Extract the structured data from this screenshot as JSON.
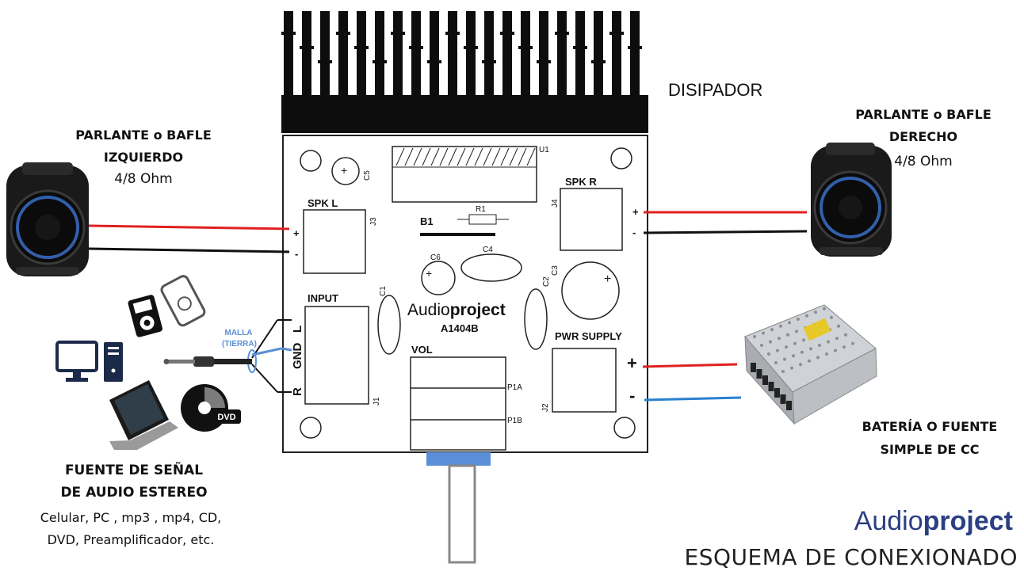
{
  "heatsink": {
    "label": "DISIPADOR"
  },
  "speaker_left": {
    "title_line1": "PARLANTE o BAFLE",
    "title_line2": "IZQUIERDO",
    "impedance": "4/8 Ohm"
  },
  "speaker_right": {
    "title_line1": "PARLANTE o BAFLE",
    "title_line2": "DERECHO",
    "impedance": "4/8 Ohm"
  },
  "power": {
    "title_line1": "BATERÍA O FUENTE",
    "title_line2": "SIMPLE DE CC"
  },
  "source": {
    "title_line1": "FUENTE DE SEÑAL",
    "title_line2": "DE AUDIO ESTEREO",
    "desc_line1": "Celular, PC , mp3 , mp4, CD,",
    "desc_line2": "DVD, Preamplificador, etc."
  },
  "cable": {
    "shield_line1": "MALLA",
    "shield_line2": "(TIERRA)"
  },
  "board": {
    "brand_light": "Audio",
    "brand_bold": "project",
    "model": "A1404B",
    "spk_l": "SPK L",
    "spk_r": "SPK R",
    "input": "INPUT",
    "pwr": "PWR SUPPLY",
    "vol": "VOL",
    "b1": "B1",
    "r1": "R1",
    "u1": "U1",
    "c1": "C1",
    "c2": "C2",
    "c3": "C3",
    "c4": "C4",
    "c5": "C5",
    "c6": "C6",
    "j1": "J1",
    "j2": "J2",
    "j3": "J3",
    "j4": "J4",
    "p1a": "P1A",
    "p1b": "P1B",
    "pin_l": "L",
    "pin_gnd": "GND",
    "pin_r": "R",
    "plus": "+",
    "minus": "-"
  },
  "dvd_label": "DVD",
  "footer": {
    "brand_light": "Audio",
    "brand_bold": "project",
    "caption": "ESQUEMA DE CONEXIONADO"
  },
  "colors": {
    "red_wire": "#e02020",
    "black_wire": "#111111",
    "blue_wire": "#2a7fd0",
    "brand_blue": "#2b3f82",
    "knob_blue": "#5a8ed6"
  }
}
